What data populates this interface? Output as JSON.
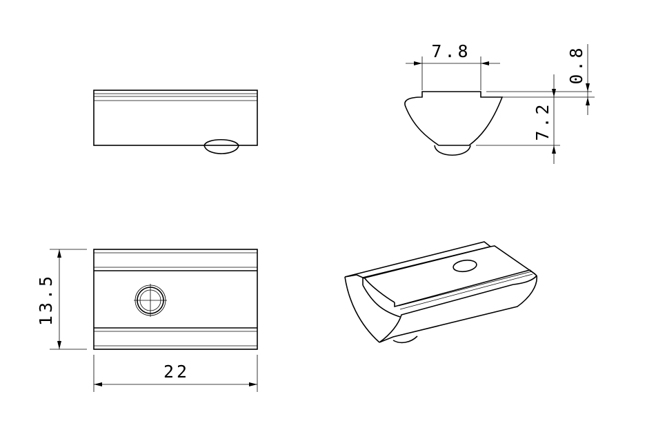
{
  "drawing": {
    "views": [
      "side-view",
      "end-view",
      "top-view",
      "isometric-view"
    ],
    "dimensions": {
      "slot_width": "7.8",
      "lip_height": "0.8",
      "body_height": "7.2",
      "width": "13.5",
      "length": "22"
    },
    "colors": {
      "line": "#000000",
      "background": "#ffffff"
    }
  }
}
